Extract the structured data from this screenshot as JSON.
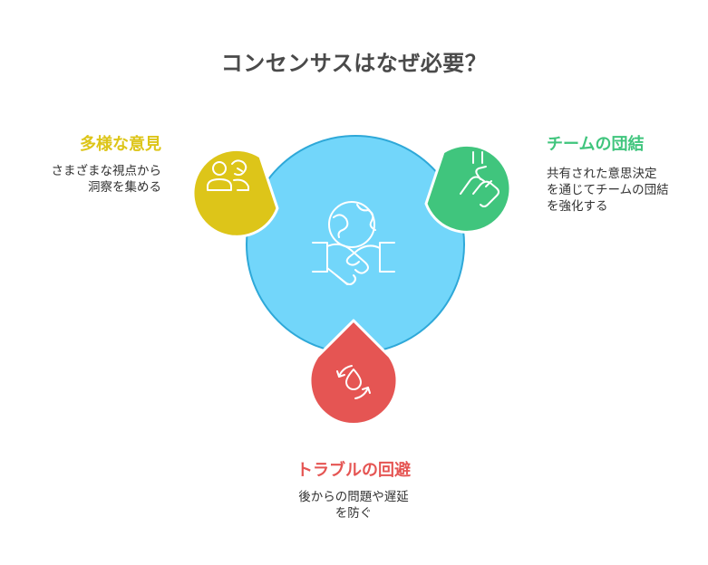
{
  "title": "コンセンサスはなぜ必要？",
  "colors": {
    "center": "#72d6fa",
    "center_stroke": "#2ea8d8",
    "diverse": "#ddc519",
    "team": "#40c57d",
    "trouble": "#e55553",
    "icon_stroke": "#ffffff"
  },
  "center": {
    "icon": "handshake-globe-icon"
  },
  "items": [
    {
      "heading": "多様な意見",
      "lines": [
        "さまざまな視点から",
        "洞察を集める"
      ],
      "icon": "people-icon"
    },
    {
      "heading": "チームの団結",
      "lines": [
        "共有された意思決定",
        "を通じてチームの団結",
        "を強化する"
      ],
      "icon": "hands-together-icon"
    },
    {
      "heading": "トラブルの回避",
      "lines": [
        "後からの問題や遅延",
        "を防ぐ"
      ],
      "icon": "drop-cycle-icon"
    }
  ]
}
